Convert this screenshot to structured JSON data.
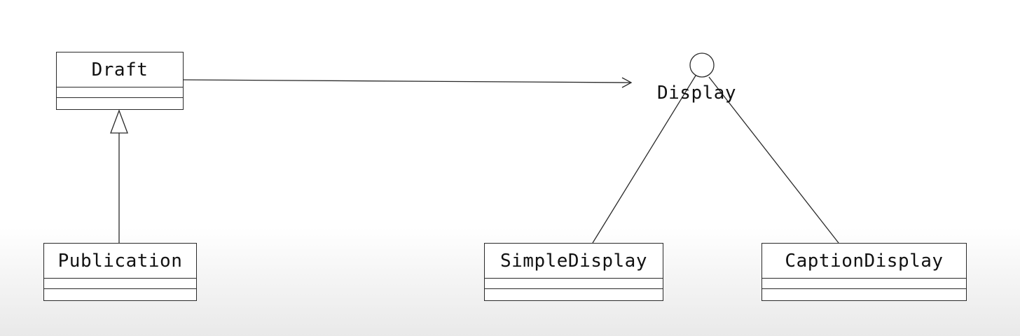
{
  "classes": {
    "draft": {
      "name": "Draft"
    },
    "publication": {
      "name": "Publication"
    },
    "simple_display": {
      "name": "SimpleDisplay"
    },
    "caption_display": {
      "name": "CaptionDisplay"
    }
  },
  "interface": {
    "name": "Display"
  },
  "colors": {
    "line": "#2a2a2a",
    "background_top": "#ffffff",
    "background_bottom": "#e9e9e9"
  }
}
